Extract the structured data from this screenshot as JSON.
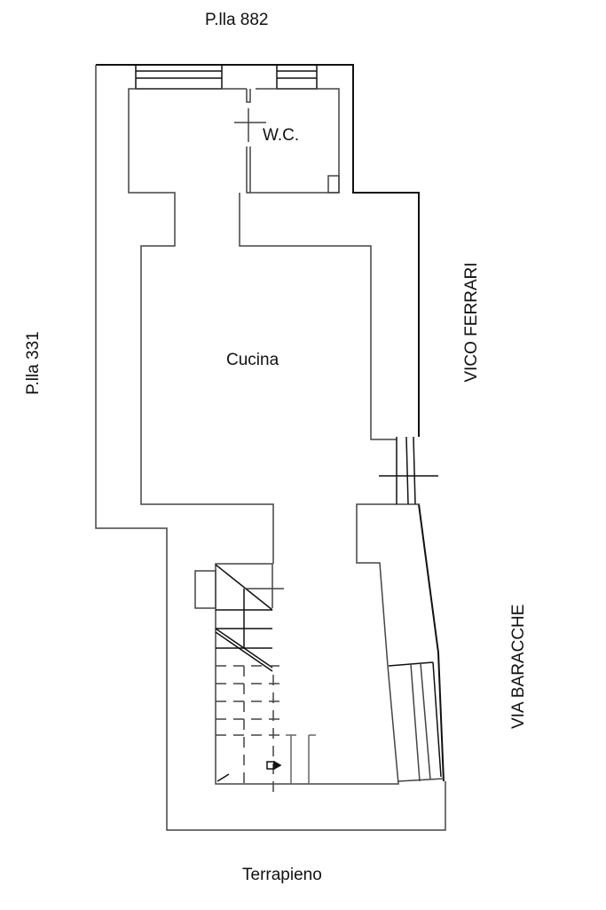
{
  "labels": {
    "top": "P.lla 882",
    "left": "P.lla 331",
    "right_upper": "VICO FERRARI",
    "right_lower": "VIA BARACCHE",
    "bottom": "Terrapieno",
    "wc": "W.C.",
    "kitchen": "Cucina"
  },
  "colors": {
    "wall": "#111111",
    "thin": "#555555"
  }
}
